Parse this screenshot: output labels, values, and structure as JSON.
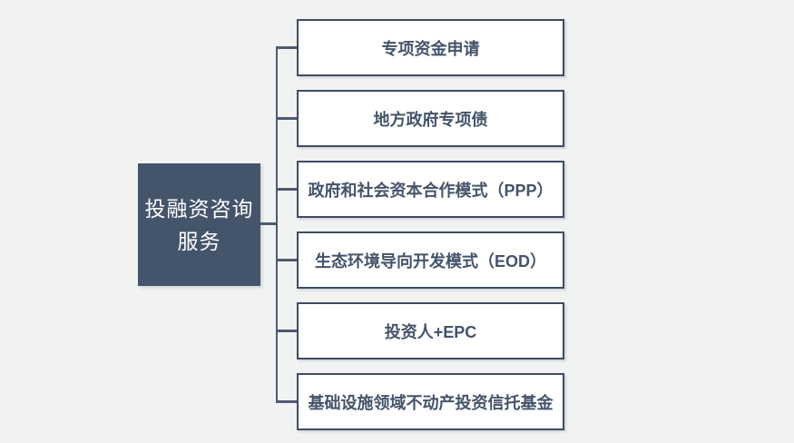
{
  "diagram": {
    "root": {
      "label_line1": "投融资咨询",
      "label_line2": "服务"
    },
    "nodes": [
      {
        "label": "专项资金申请"
      },
      {
        "label": "地方政府专项债"
      },
      {
        "label": "政府和社会资本合作模式（PPP）"
      },
      {
        "label": "生态环境导向开发模式（EOD）"
      },
      {
        "label": "投资人+EPC"
      },
      {
        "label": "基础设施领域不动产投资信托基金"
      }
    ],
    "colors": {
      "background": "#F1F2F2",
      "root_fill": "#44546A",
      "root_text": "#FFFFFF",
      "box_fill": "#FFFFFF",
      "box_border": "#3D4C62",
      "box_text": "#44546A",
      "connector": "#4C5B72"
    }
  }
}
